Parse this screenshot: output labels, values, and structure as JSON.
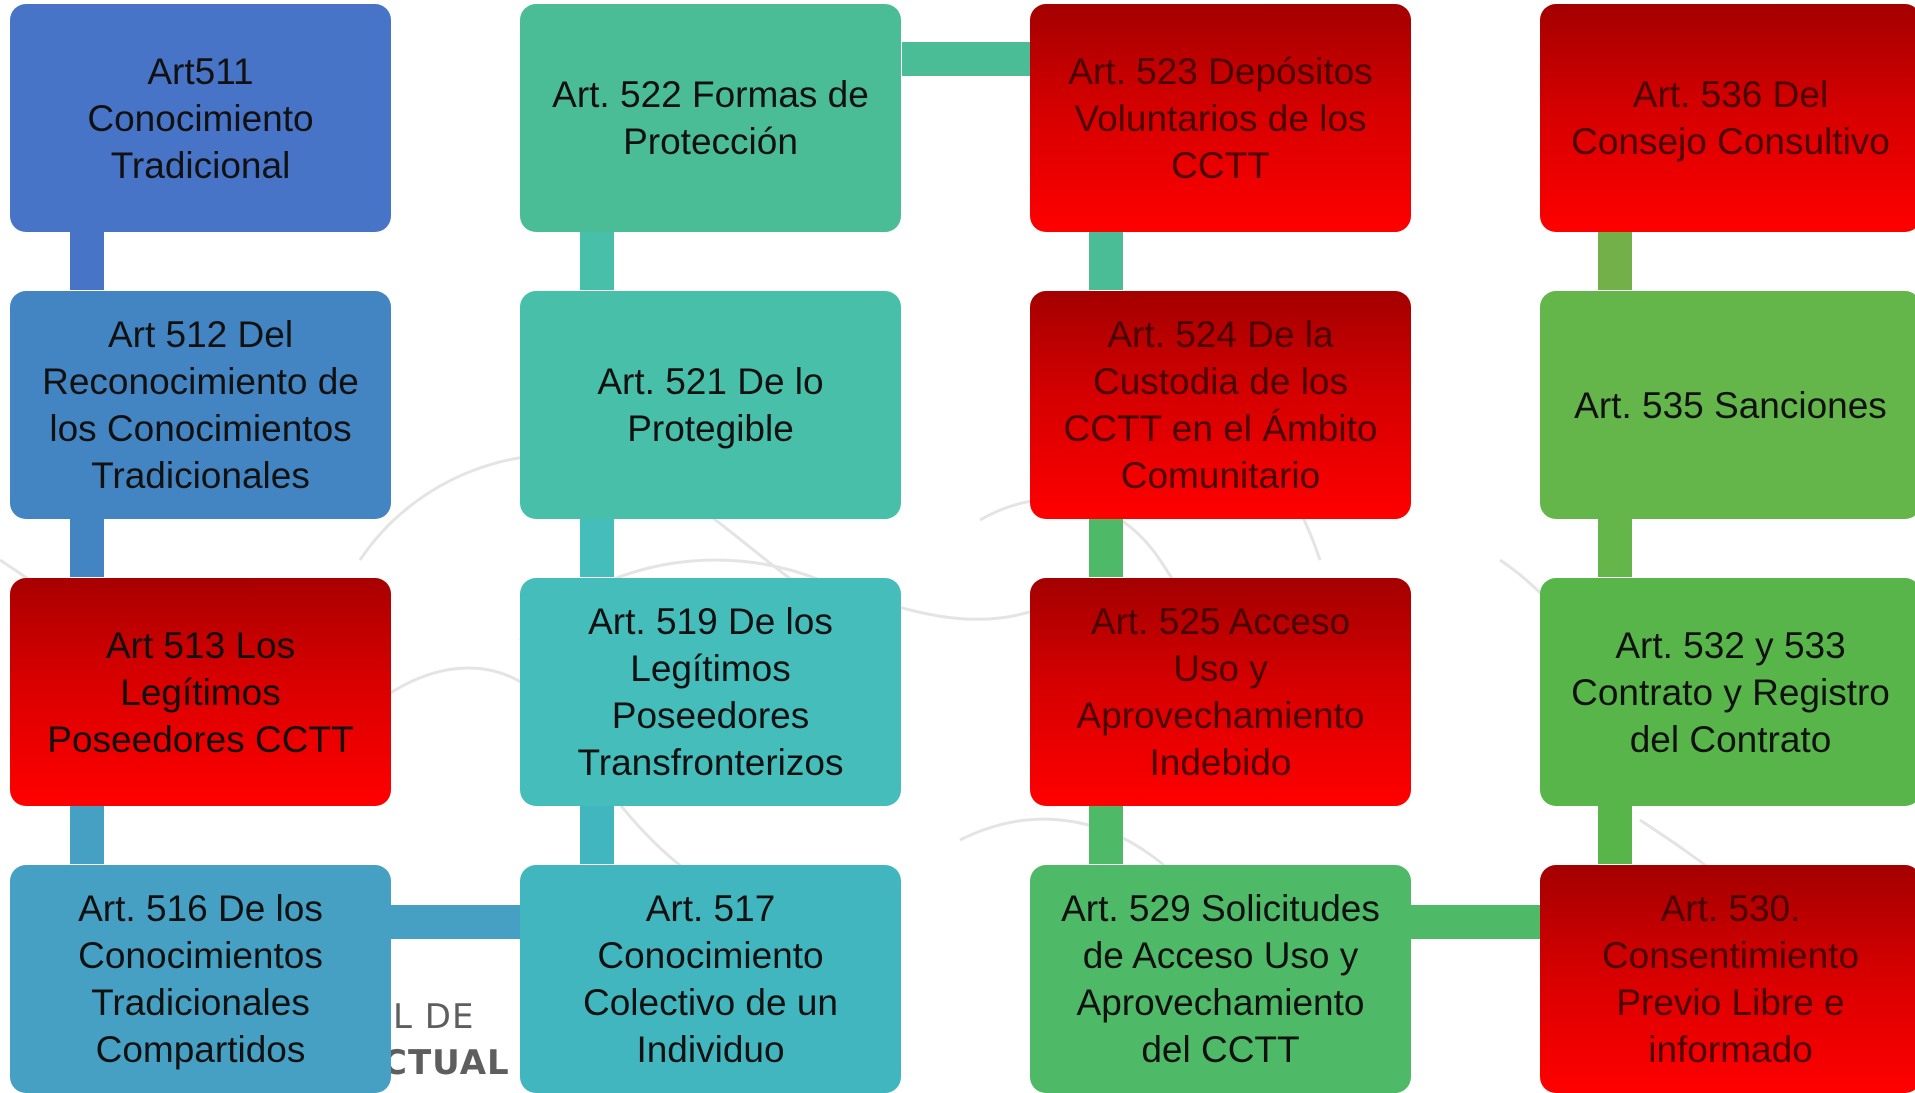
{
  "colors": {
    "blue": "#4774C7",
    "teal": "#48BFA9",
    "green": "#4EB966",
    "red_top": "#A80000",
    "red_bottom": "#FF0000"
  },
  "watermark": {
    "line1": "IL DE",
    "line2": "CTUAL"
  },
  "boxes": {
    "art511": "Art511\nConocimiento\nTradicional",
    "art512": "Art 512 Del\nReconocimiento de\nlos Conocimientos\nTradicionales",
    "art513": "Art 513 Los\nLegítimos\nPoseedores CCTT",
    "art516": "Art. 516 De los\nConocimientos\nTradicionales\nCompartidos",
    "art522": "Art. 522 Formas de\nProtección",
    "art521": "Art. 521 De lo\nProtegible",
    "art519": "Art. 519 De los\nLegítimos\nPoseedores\nTransfronterizos",
    "art517": "Art. 517\nConocimiento\nColectivo de un\nIndividuo",
    "art523": "Art. 523 Depósitos\nVoluntarios de los\nCCTT",
    "art524": "Art. 524 De la\nCustodia de los\nCCTT en el Ámbito\nComunitario",
    "art525": "Art. 525 Acceso\nUso y\nAprovechamiento\nIndebido",
    "art529": "Art. 529 Solicitudes\nde Acceso Uso y\nAprovechamiento\ndel CCTT",
    "art536": "Art. 536 Del\nConsejo Consultivo",
    "art535": "Art. 535 Sanciones",
    "art532": "Art. 532 y 533\nContrato y Registro\ndel Contrato",
    "art530": "Art. 530.\nConsentimiento\nPrevio Libre e\ninformado"
  }
}
